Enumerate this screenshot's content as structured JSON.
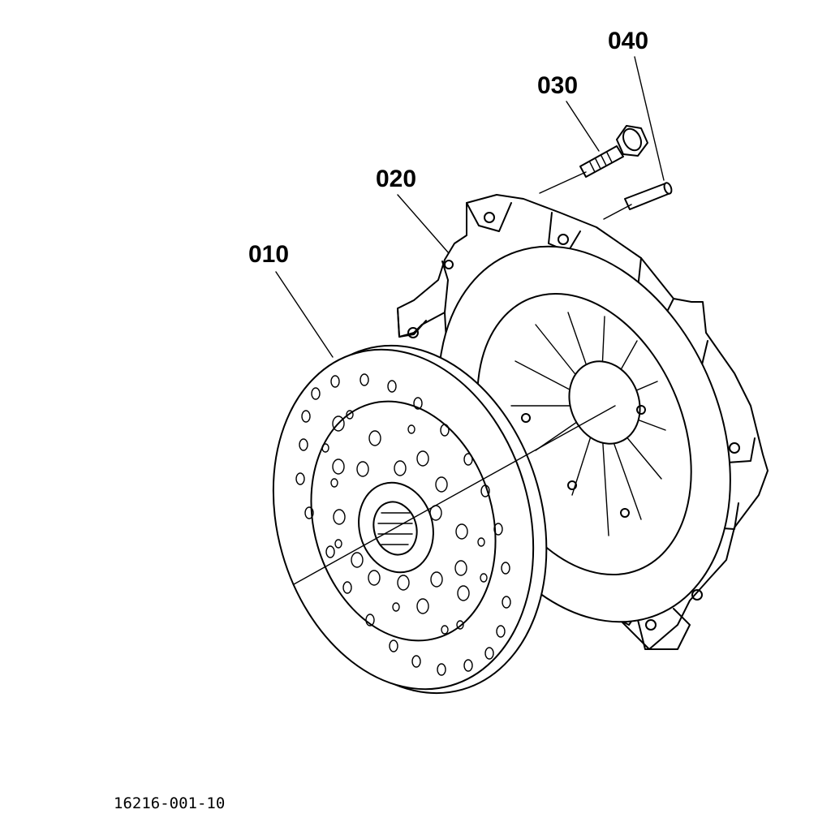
{
  "callouts": {
    "p010": "010",
    "p020": "020",
    "p030": "030",
    "p040": "040"
  },
  "drawing_number": "16216-001-10",
  "icons": {
    "clutch_disc": "clutch-disc-icon",
    "pressure_plate": "pressure-plate-icon",
    "bolt": "bolt-icon",
    "dowel_pin": "dowel-pin-icon"
  }
}
